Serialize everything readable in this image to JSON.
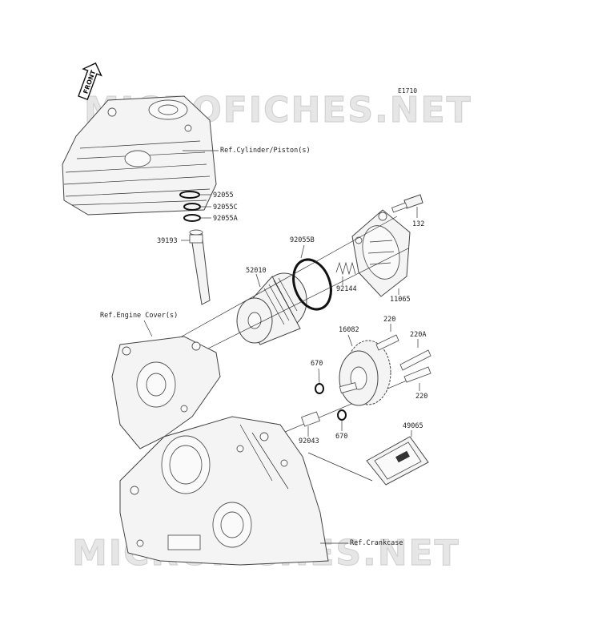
{
  "diagram_code": "E1710",
  "watermark": "MICROFICHES.NET",
  "front_label": "FRONT",
  "refs": {
    "cylinder": "Ref.Cylinder/Piston(s)",
    "engine_cover": "Ref.Engine Cover(s)",
    "crankcase": "Ref.Crankcase"
  },
  "parts": [
    {
      "id": "92055",
      "label": "92055"
    },
    {
      "id": "92055C",
      "label": "92055C"
    },
    {
      "id": "92055A",
      "label": "92055A"
    },
    {
      "id": "39193",
      "label": "39193"
    },
    {
      "id": "92055B",
      "label": "92055B"
    },
    {
      "id": "52010",
      "label": "52010"
    },
    {
      "id": "92144",
      "label": "92144"
    },
    {
      "id": "132",
      "label": "132"
    },
    {
      "id": "11065",
      "label": "11065"
    },
    {
      "id": "16082",
      "label": "16082"
    },
    {
      "id": "220-top",
      "label": "220"
    },
    {
      "id": "220A",
      "label": "220A"
    },
    {
      "id": "220-bottom",
      "label": "220"
    },
    {
      "id": "670-left",
      "label": "670"
    },
    {
      "id": "670-bottom",
      "label": "670"
    },
    {
      "id": "92043",
      "label": "92043"
    },
    {
      "id": "49065",
      "label": "49065"
    }
  ]
}
